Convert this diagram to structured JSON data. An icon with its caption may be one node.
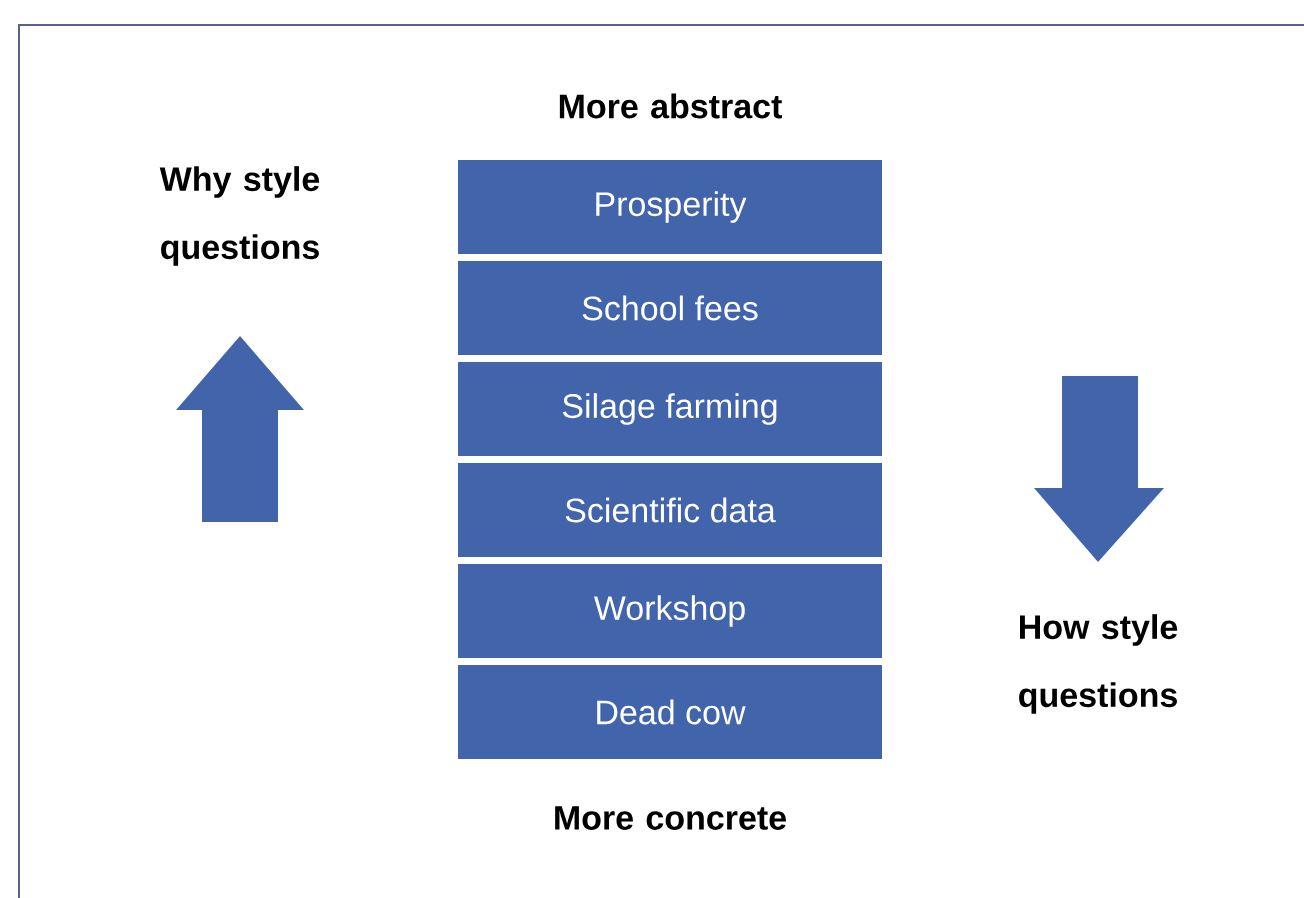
{
  "diagram": {
    "nodes": [
      {
        "text": [
          "Prosperity"
        ]
      },
      {
        "text": [
          "School fees"
        ]
      },
      {
        "text": [
          "Silage farming"
        ]
      },
      {
        "text": [
          "Scientific data"
        ]
      },
      {
        "text": [
          "Workshop"
        ]
      },
      {
        "text": [
          "Dead cow"
        ]
      }
    ],
    "labels": [
      "More abstract",
      "Why style questions",
      "How style questions",
      "More concrete"
    ]
  }
}
